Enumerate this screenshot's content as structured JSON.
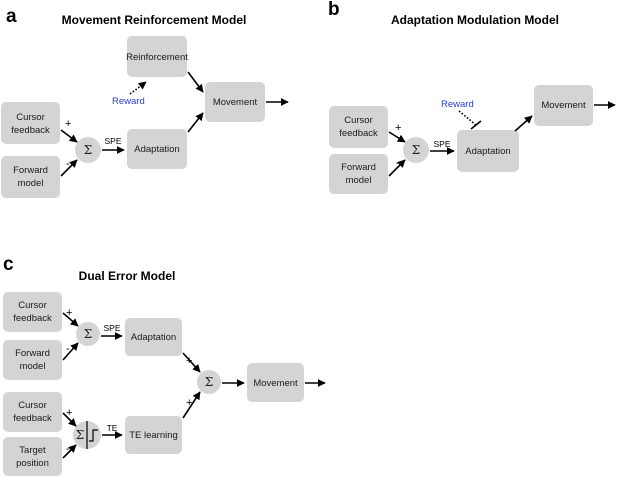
{
  "panels": {
    "a": {
      "letter": "a",
      "title": "Movement Reinforcement Model",
      "boxes": {
        "cursor": [
          "Cursor",
          "feedback"
        ],
        "forward": [
          "Forward",
          "model"
        ],
        "reinforcement": "Reinforcement",
        "adaptation": "Adaptation",
        "movement": "Movement"
      },
      "sigma": "Σ",
      "plus": "+",
      "minus": "-",
      "spe": "SPE",
      "reward": "Reward"
    },
    "b": {
      "letter": "b",
      "title": "Adaptation Modulation Model",
      "boxes": {
        "cursor": [
          "Cursor",
          "feedback"
        ],
        "forward": [
          "Forward",
          "model"
        ],
        "adaptation": "Adaptation",
        "movement": "Movement"
      },
      "sigma": "Σ",
      "plus": "+",
      "minus": "-",
      "spe": "SPE",
      "reward": "Reward"
    },
    "c": {
      "letter": "c",
      "title": "Dual Error Model",
      "boxes": {
        "cursor1": [
          "Cursor",
          "feedback"
        ],
        "forward": [
          "Forward",
          "model"
        ],
        "cursor2": [
          "Cursor",
          "feedback"
        ],
        "target": [
          "Target",
          "position"
        ],
        "adaptation": "Adaptation",
        "te_learning": "TE learning",
        "movement": "Movement"
      },
      "sigma": "Σ",
      "plus": "+",
      "minus": "-",
      "spe": "SPE",
      "te": "TE"
    }
  },
  "colors": {
    "box": "#d4d4d4",
    "reward": "#2a3fc4",
    "line": "#000000"
  }
}
